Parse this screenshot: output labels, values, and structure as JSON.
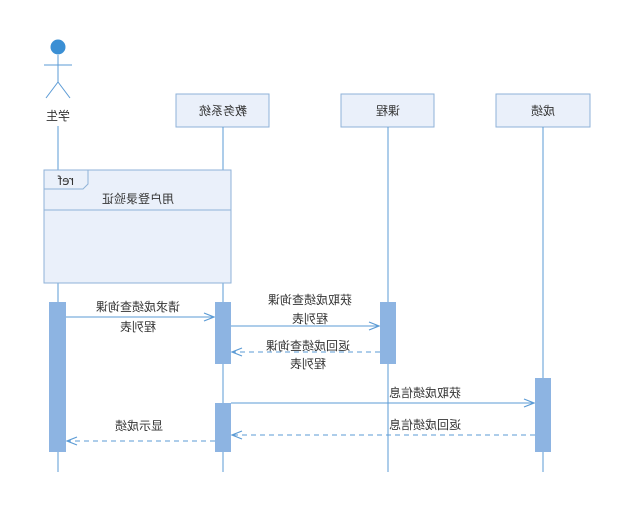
{
  "diagram": {
    "type": "sequence",
    "mirrored": true,
    "participants": [
      {
        "id": "grade",
        "label": "成绩"
      },
      {
        "id": "course",
        "label": "课程"
      },
      {
        "id": "system",
        "label": "教务系统"
      },
      {
        "id": "student",
        "label": "学生",
        "kind": "actor"
      }
    ],
    "ref_frame": {
      "tag": "ref",
      "label": "用户登录验证"
    },
    "messages": [
      {
        "from": "student",
        "to": "system",
        "lines": [
          "请求成绩查询课",
          "程列表"
        ],
        "style": "solid"
      },
      {
        "from": "system",
        "to": "course",
        "lines": [
          "获取成绩查询课",
          "程列表"
        ],
        "style": "solid"
      },
      {
        "from": "course",
        "to": "system",
        "lines": [
          "返回成绩查询课",
          "程列表"
        ],
        "style": "dashed"
      },
      {
        "from": "system",
        "to": "grade",
        "lines": [
          "获取成绩信息"
        ],
        "style": "solid"
      },
      {
        "from": "grade",
        "to": "system",
        "lines": [
          "返回成绩信息"
        ],
        "style": "dashed"
      },
      {
        "from": "system",
        "to": "student",
        "lines": [
          "显示成绩"
        ],
        "style": "dashed"
      }
    ],
    "colors": {
      "box_fill": "#eaf0fa",
      "box_stroke": "#8fb2d8",
      "line": "#5b9bd5",
      "activation": "#8db4e2",
      "actor": "#3a8fd4",
      "text": "#333333"
    }
  }
}
